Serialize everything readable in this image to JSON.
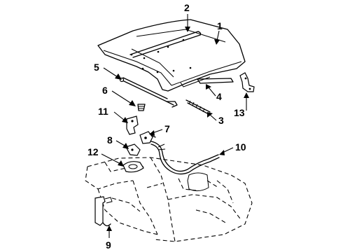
{
  "callouts": {
    "c1": "1",
    "c2": "2",
    "c3": "3",
    "c4": "4",
    "c5": "5",
    "c6": "6",
    "c7": "7",
    "c8": "8",
    "c9": "9",
    "c10": "10",
    "c11": "11",
    "c12": "12",
    "c13": "13"
  },
  "colors": {
    "ink": "#000000",
    "background": "#ffffff"
  }
}
